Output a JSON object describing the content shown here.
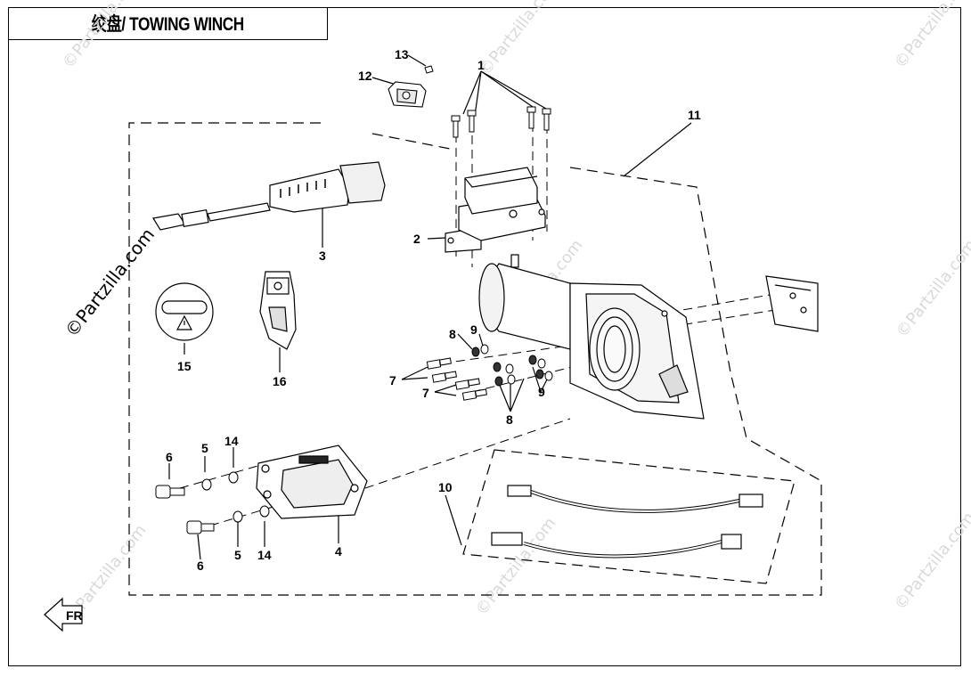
{
  "header": {
    "title": "绞盘/ TOWING WINCH"
  },
  "watermark": {
    "text": "©Partzilla.com"
  },
  "callouts": {
    "c1": "1",
    "c2": "2",
    "c3": "3",
    "c4": "4",
    "c5a": "5",
    "c5b": "5",
    "c6a": "6",
    "c6b": "6",
    "c7a": "7",
    "c7b": "7",
    "c8a": "8",
    "c8b": "8",
    "c9a": "9",
    "c9b": "9",
    "c10": "10",
    "c11": "11",
    "c12": "12",
    "c13": "13",
    "c14a": "14",
    "c14b": "14",
    "c15": "15",
    "c16": "16"
  },
  "front_arrow": {
    "icon": "front-arrow-icon",
    "label": "FR"
  }
}
